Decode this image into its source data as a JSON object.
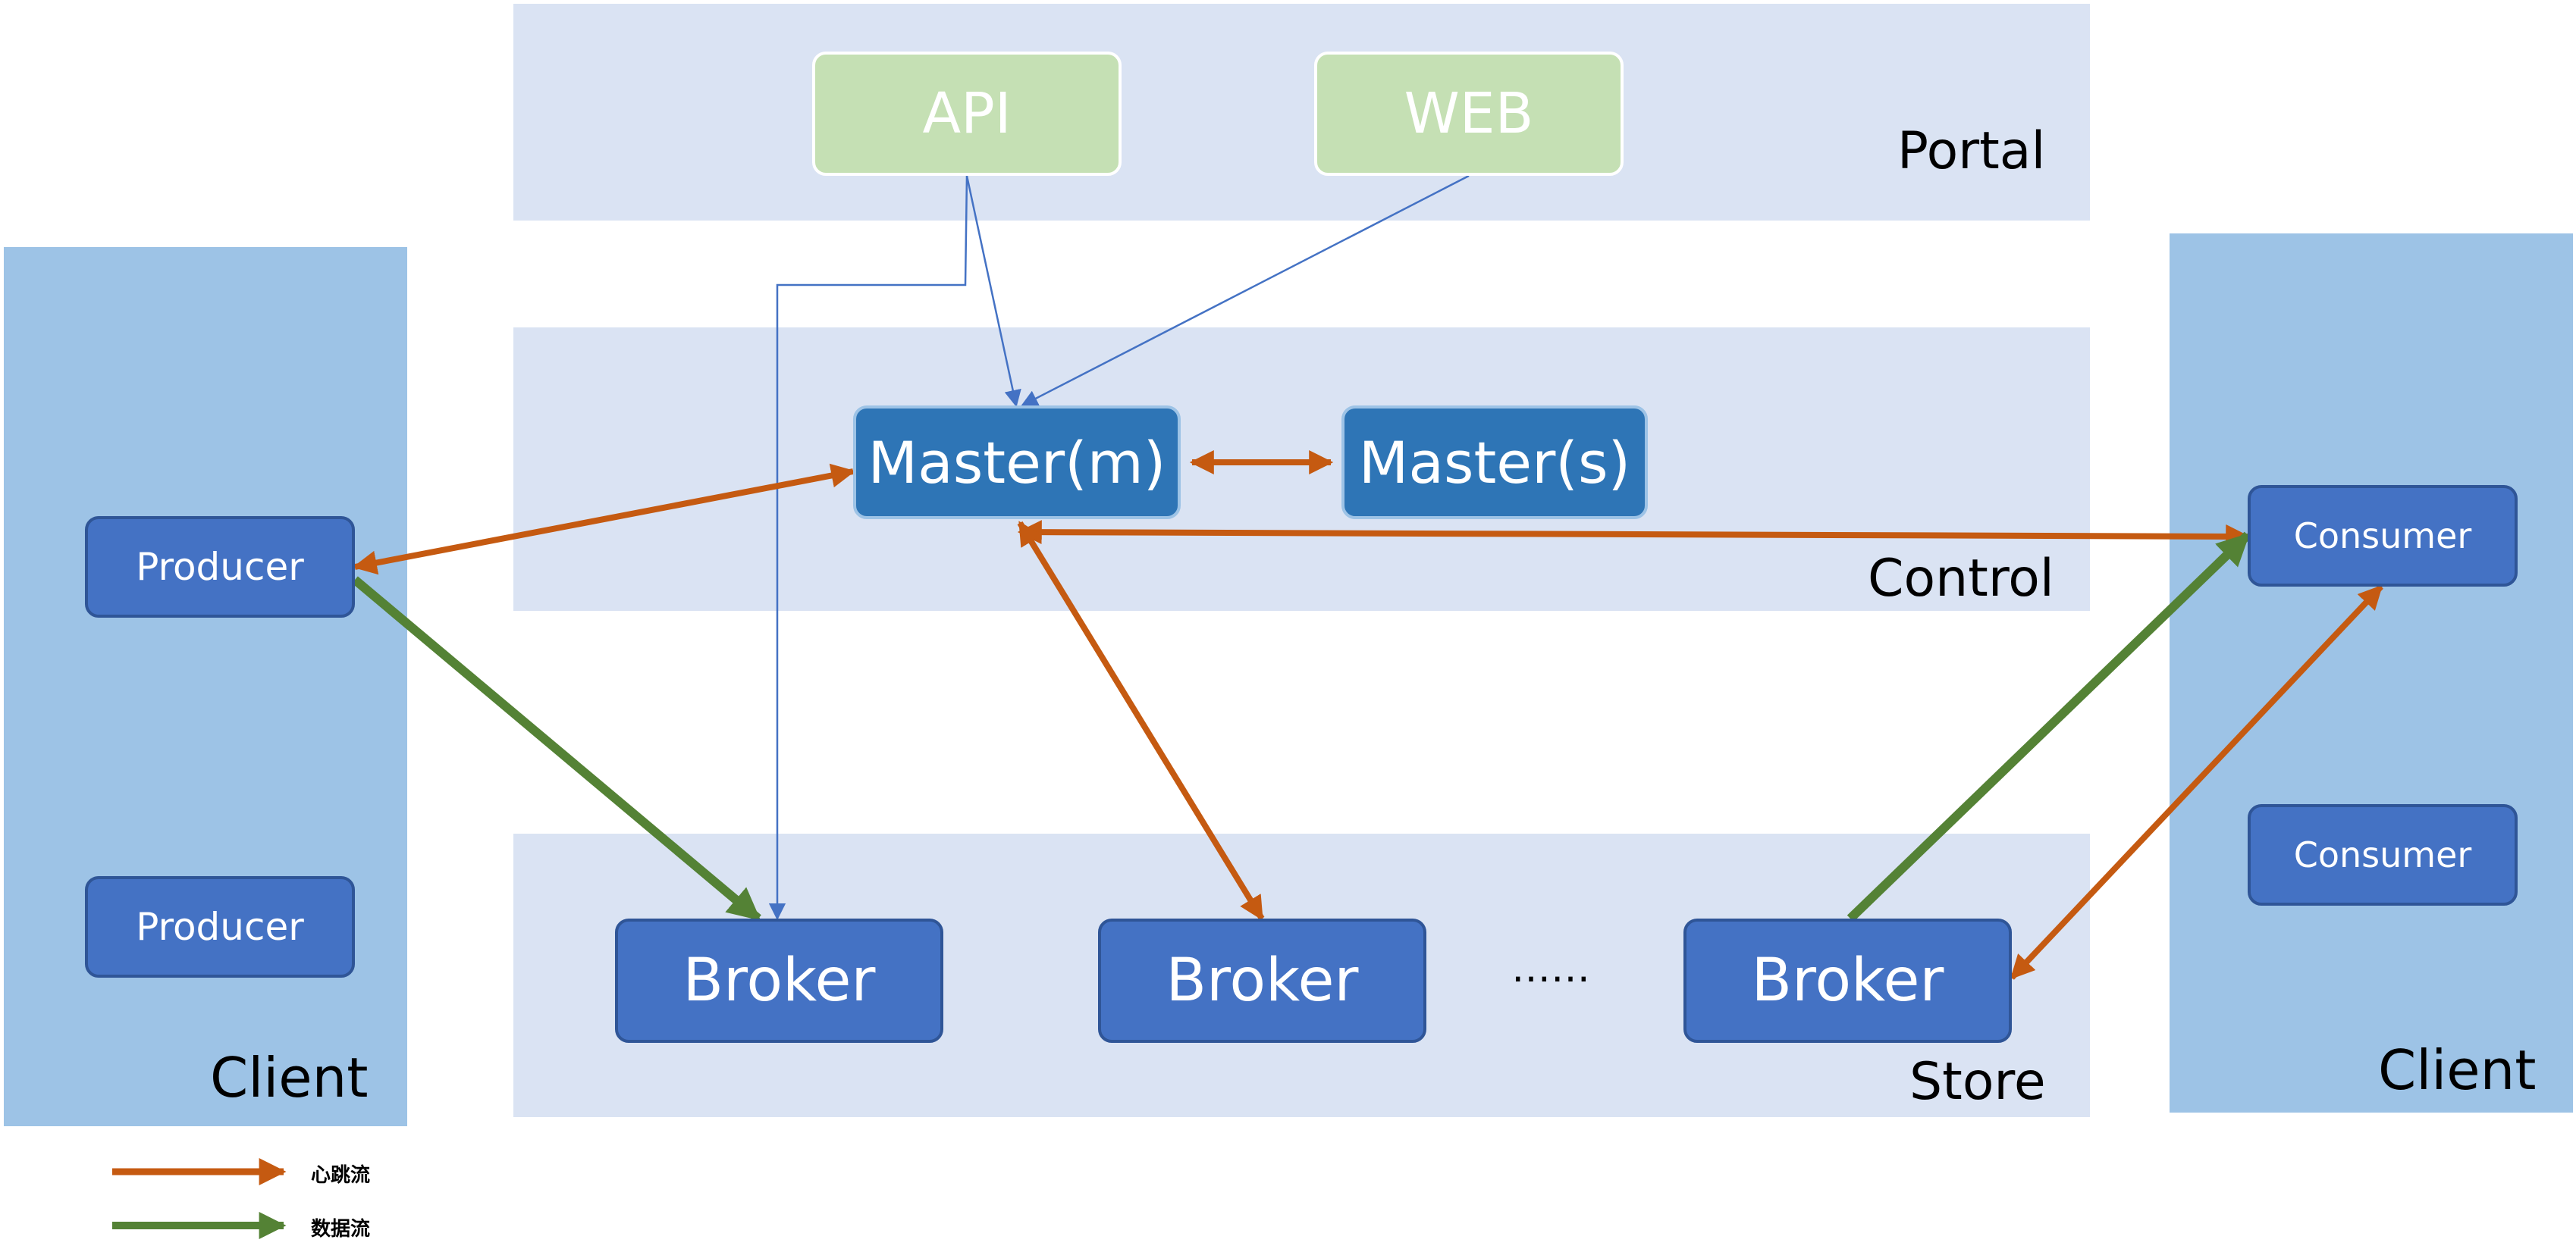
{
  "colors": {
    "band": "#dae3f3",
    "client": "#9dc3e6",
    "portal_node": "#c5e0b4",
    "master_node": "#2e75b6",
    "blue_node": "#4472c4",
    "heartbeat": "#c55a11",
    "data": "#548235",
    "control_link": "#4472c4"
  },
  "layers": {
    "portal": "Portal",
    "control": "Control",
    "store": "Store"
  },
  "clients": {
    "left": "Client",
    "right": "Client"
  },
  "nodes": {
    "api": "API",
    "web": "WEB",
    "master_m": "Master(m)",
    "master_s": "Master(s)",
    "producer_1": "Producer",
    "producer_2": "Producer",
    "consumer_1": "Consumer",
    "consumer_2": "Consumer",
    "broker_1": "Broker",
    "broker_2": "Broker",
    "broker_3": "Broker",
    "ellipsis": "……"
  },
  "legend": {
    "heartbeat": "心跳流",
    "data": "数据流"
  },
  "icons": {
    "heartbeat_arrow": "orange-arrow-icon",
    "data_arrow": "green-arrow-icon"
  }
}
